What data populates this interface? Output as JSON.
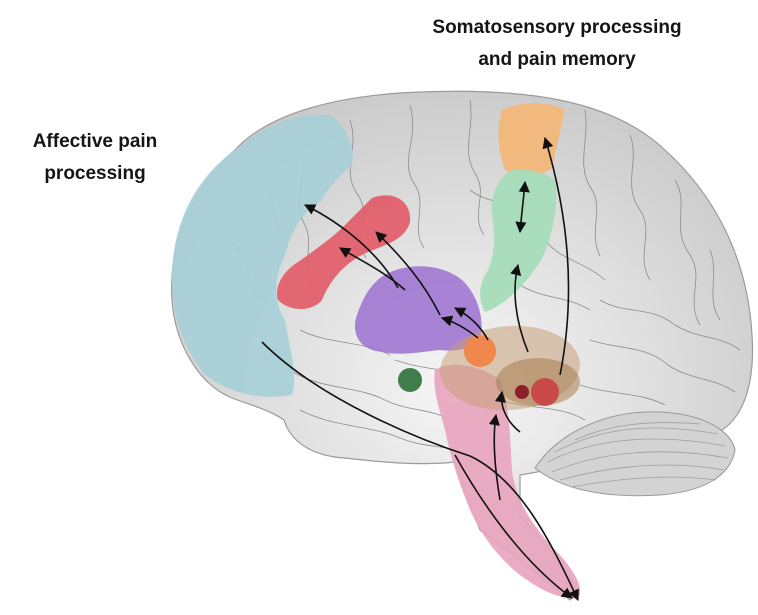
{
  "labels": {
    "somatosensory_line1": "Somatosensory processing",
    "somatosensory_line2": "and pain memory",
    "affective_line1": "Affective pain",
    "affective_line2": "processing"
  },
  "colors": {
    "brain": "#dadada",
    "prefrontal": "#a8cfd8",
    "anterior_cingulate": "#e2606b",
    "insula": "#a178d2",
    "somatosensory_cortex": "#f2b778",
    "motor_strip": "#a6dcb9",
    "thalamus_area": "#c7a07a",
    "brainstem": "#e8a5bd",
    "amygdala_dot": "#f0874c",
    "small_green_dot": "#3f7d4b",
    "red_dot": "#c84646",
    "dark_red_dot": "#8a1f2a",
    "arrows": "#111111"
  }
}
